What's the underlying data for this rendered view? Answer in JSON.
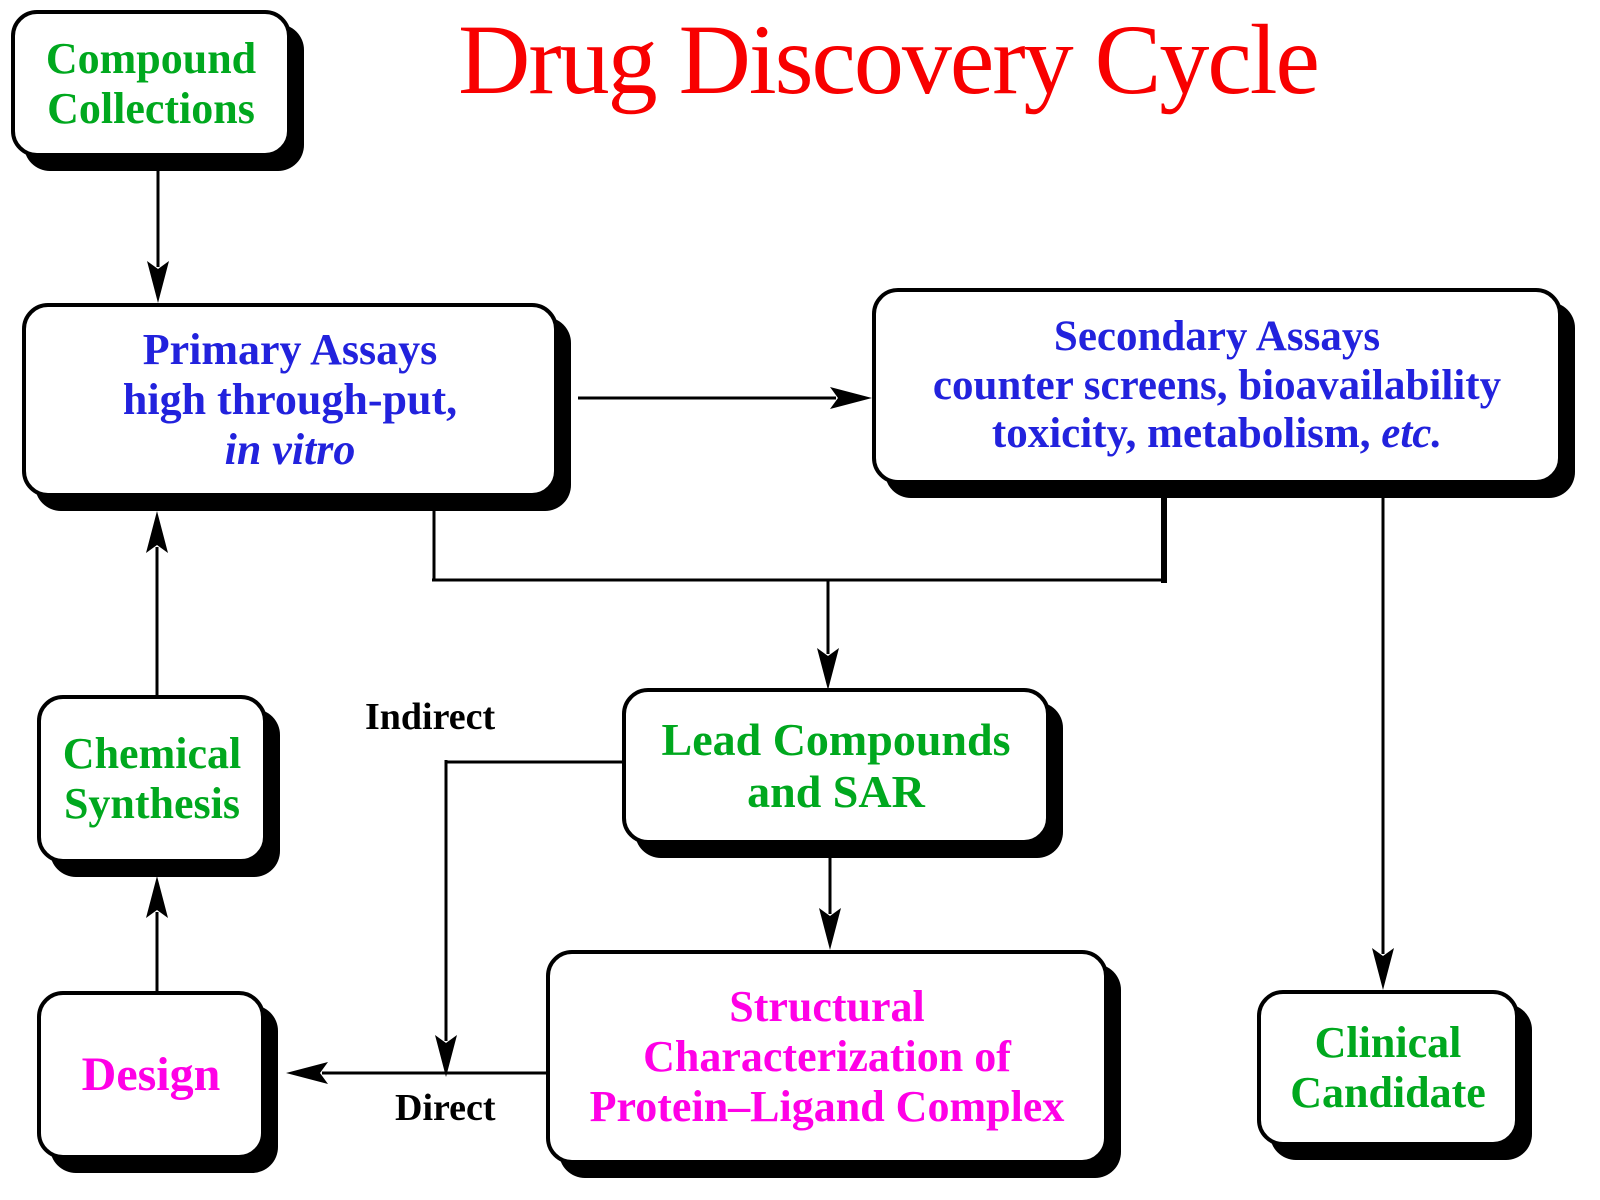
{
  "title": {
    "text": "Drug Discovery Cycle",
    "color": "#f80000"
  },
  "nodes": {
    "compound_collections": {
      "line1": "Compound",
      "line2": "Collections",
      "color": "#00a81e"
    },
    "primary_assays": {
      "line1": "Primary Assays",
      "line2": "high through-put,",
      "line3_italic": "in vitro",
      "color": "#2222dd"
    },
    "secondary_assays": {
      "line1": "Secondary Assays",
      "line2": "counter screens, bioavailability",
      "line3a": "toxicity, metabolism, ",
      "line3b_italic": "etc.",
      "color": "#2222dd"
    },
    "chemical_synthesis": {
      "line1": "Chemical",
      "line2": "Synthesis",
      "color": "#00a81e"
    },
    "lead_compounds": {
      "line1": "Lead Compounds",
      "line2": "and SAR",
      "color": "#00a81e"
    },
    "design": {
      "line1": "Design",
      "color": "#ff00e6"
    },
    "structural_characterization": {
      "line1": "Structural",
      "line2": "Characterization of",
      "line3": "Protein–Ligand Complex",
      "color": "#ff00e6"
    },
    "clinical_candidate": {
      "line1": "Clinical",
      "line2": "Candidate",
      "color": "#00a81e"
    }
  },
  "edge_labels": {
    "indirect": "Indirect",
    "direct": "Direct"
  },
  "colors": {
    "line": "#000000",
    "box_border": "#000000",
    "box_fill": "#ffffff",
    "background": "#ffffff",
    "title": "#f80000"
  }
}
